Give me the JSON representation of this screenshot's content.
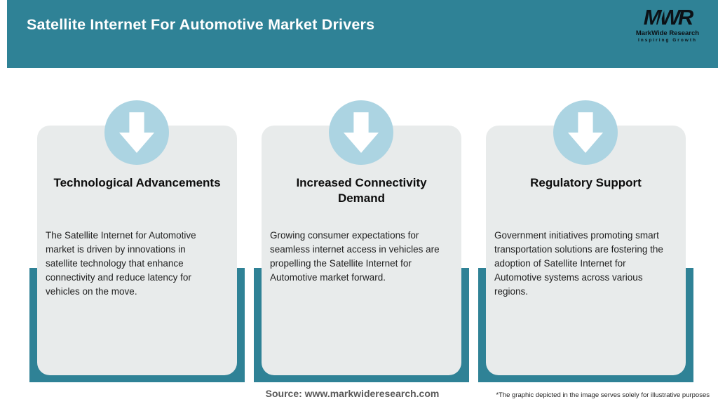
{
  "colors": {
    "teal": "#2F8296",
    "circle_blue": "#ACD4E2",
    "card_gray": "#E8EBEB",
    "header_text": "#FFFFFF"
  },
  "header": {
    "title": "Satellite Internet For Automotive Market Drivers",
    "logo": {
      "monogram": "MWR",
      "name": "MarkWide Research",
      "tagline": "Inspiring Growth"
    }
  },
  "cards": [
    {
      "icon": "arrow-down",
      "title": "Technological Advancements",
      "body": "The Satellite Internet for Automotive market is driven by innovations in satellite technology that enhance connectivity and reduce latency for vehicles on the move."
    },
    {
      "icon": "arrow-down",
      "title": "Increased Connectivity Demand",
      "body": "Growing consumer expectations for seamless internet access in vehicles are propelling the Satellite Internet for Automotive market forward."
    },
    {
      "icon": "arrow-down",
      "title": "Regulatory Support",
      "body": "Government initiatives promoting smart transportation solutions are fostering the adoption of Satellite Internet for Automotive systems across various regions."
    }
  ],
  "footer": {
    "source": "Source: www.markwideresearch.com",
    "disclaimer": "*The graphic depicted in the image serves solely for illustrative purposes"
  }
}
